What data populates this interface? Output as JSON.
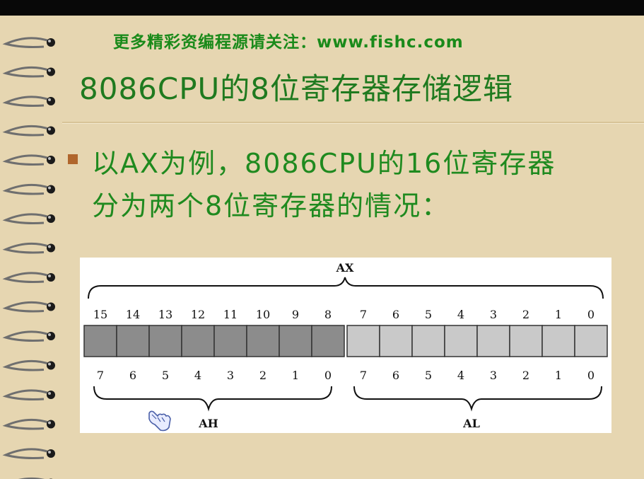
{
  "slide": {
    "promo": "更多精彩资编程源请关注：www.fishc.com",
    "title": "8086CPU的8位寄存器存储逻辑",
    "body_line1": "以AX为例，8086CPU的16位寄存器",
    "body_line2": "分为两个8位寄存器的情况："
  },
  "diagram": {
    "ax_label": "AX",
    "ah_label": "AH",
    "al_label": "AL",
    "ax_bits": [
      "15",
      "14",
      "13",
      "12",
      "11",
      "10",
      "9",
      "8",
      "7",
      "6",
      "5",
      "4",
      "3",
      "2",
      "1",
      "0"
    ],
    "sub_bits": [
      "7",
      "6",
      "5",
      "4",
      "3",
      "2",
      "1",
      "0",
      "7",
      "6",
      "5",
      "4",
      "3",
      "2",
      "1",
      "0"
    ],
    "high_color": "#8c8c8c",
    "low_color": "#c9c9c9"
  },
  "icons": {
    "cursor": "hand-pointer-icon",
    "binding": "spiral-binding-icon",
    "bullet": "square-bullet-icon"
  },
  "colors": {
    "background": "#e6d6b1",
    "title_green": "#1f7a1f",
    "bullet": "#b0662c"
  }
}
